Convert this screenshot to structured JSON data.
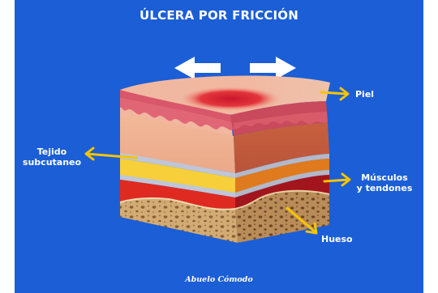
{
  "title": "ÚLCERA POR FRICCIÓN",
  "labels": {
    "piel": "Piel",
    "tejido_line1": "Tejido",
    "tejido_line2": "subcutaneo",
    "musculos_line1": "Músculos",
    "musculos_line2": "y tendones",
    "hueso": "Hueso"
  },
  "brand": "Abuelo Cómodo",
  "icons": [
    "arrow-left-icon",
    "arrow-right-icon"
  ],
  "colors": {
    "background": "#1b5ed6",
    "pointer": "#f5c400",
    "skin": "#d9576a",
    "wound": "#e52a3a",
    "fat": "#f6cf3a",
    "muscle": "#df2a22",
    "bone": "#c9a06a"
  }
}
